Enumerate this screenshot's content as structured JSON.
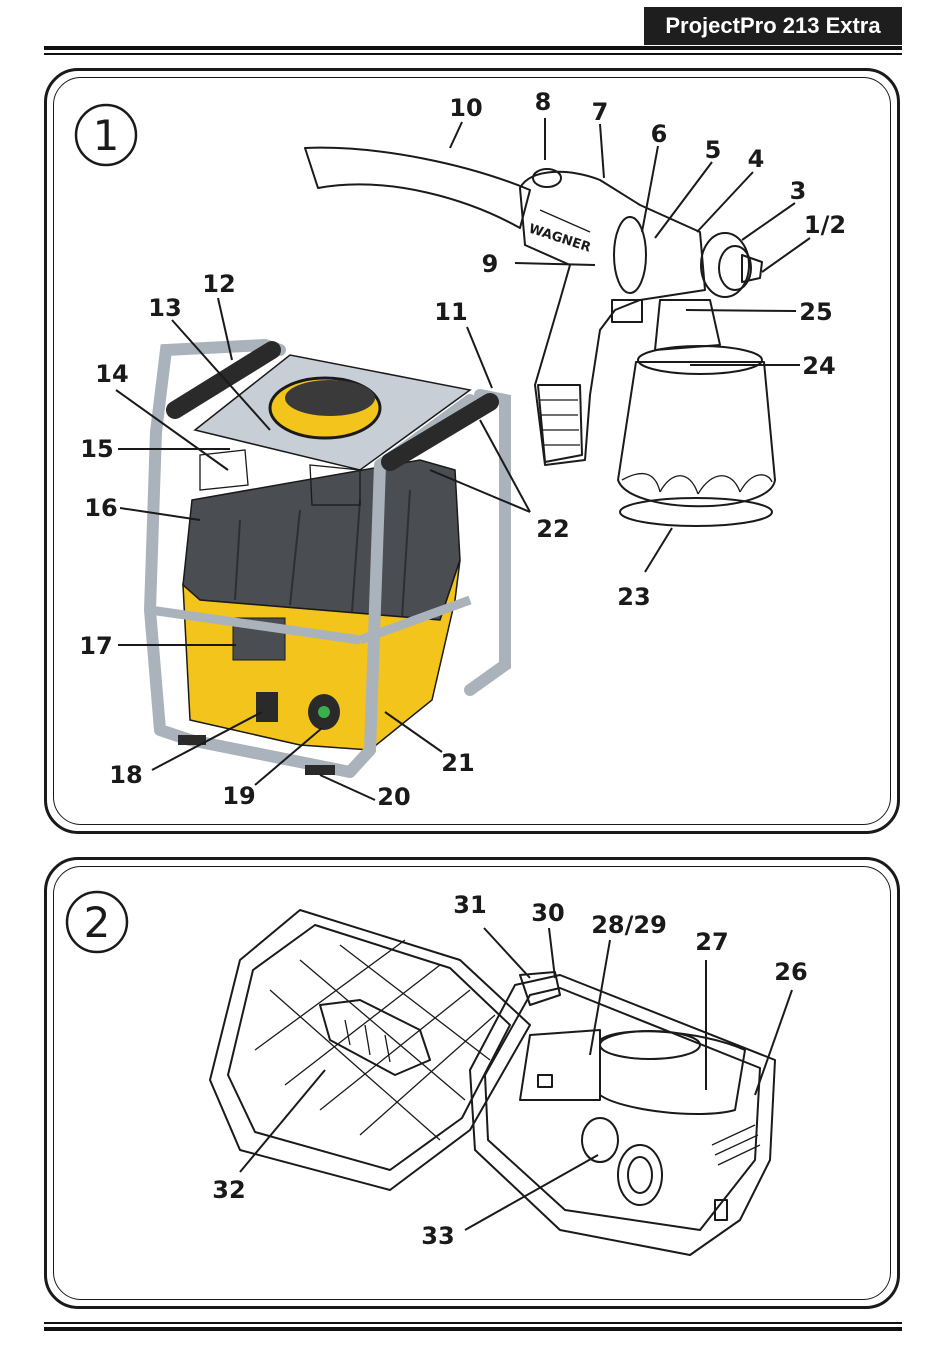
{
  "header": {
    "title": "ProjectPro 213 Extra"
  },
  "figure1": {
    "number": "1",
    "callouts": {
      "c10": "10",
      "c8": "8",
      "c7": "7",
      "c6": "6",
      "c5": "5",
      "c4": "4",
      "c3": "3",
      "c1_2": "1/2",
      "c9": "9",
      "c25": "25",
      "c24": "24",
      "c12": "12",
      "c13": "13",
      "c11": "11",
      "c14": "14",
      "c15": "15",
      "c16": "16",
      "c22": "22",
      "c23": "23",
      "c17": "17",
      "c18": "18",
      "c19": "19",
      "c20": "20",
      "c21": "21"
    }
  },
  "figure2": {
    "number": "2",
    "callouts": {
      "c31": "31",
      "c30": "30",
      "c28_29": "28/29",
      "c27": "27",
      "c26": "26",
      "c32": "32",
      "c33": "33"
    }
  },
  "colors": {
    "yellow": "#f2c41c",
    "grey_body": "#4a4d52",
    "frame": "#aab3bb",
    "grip": "#2a2a2a"
  }
}
